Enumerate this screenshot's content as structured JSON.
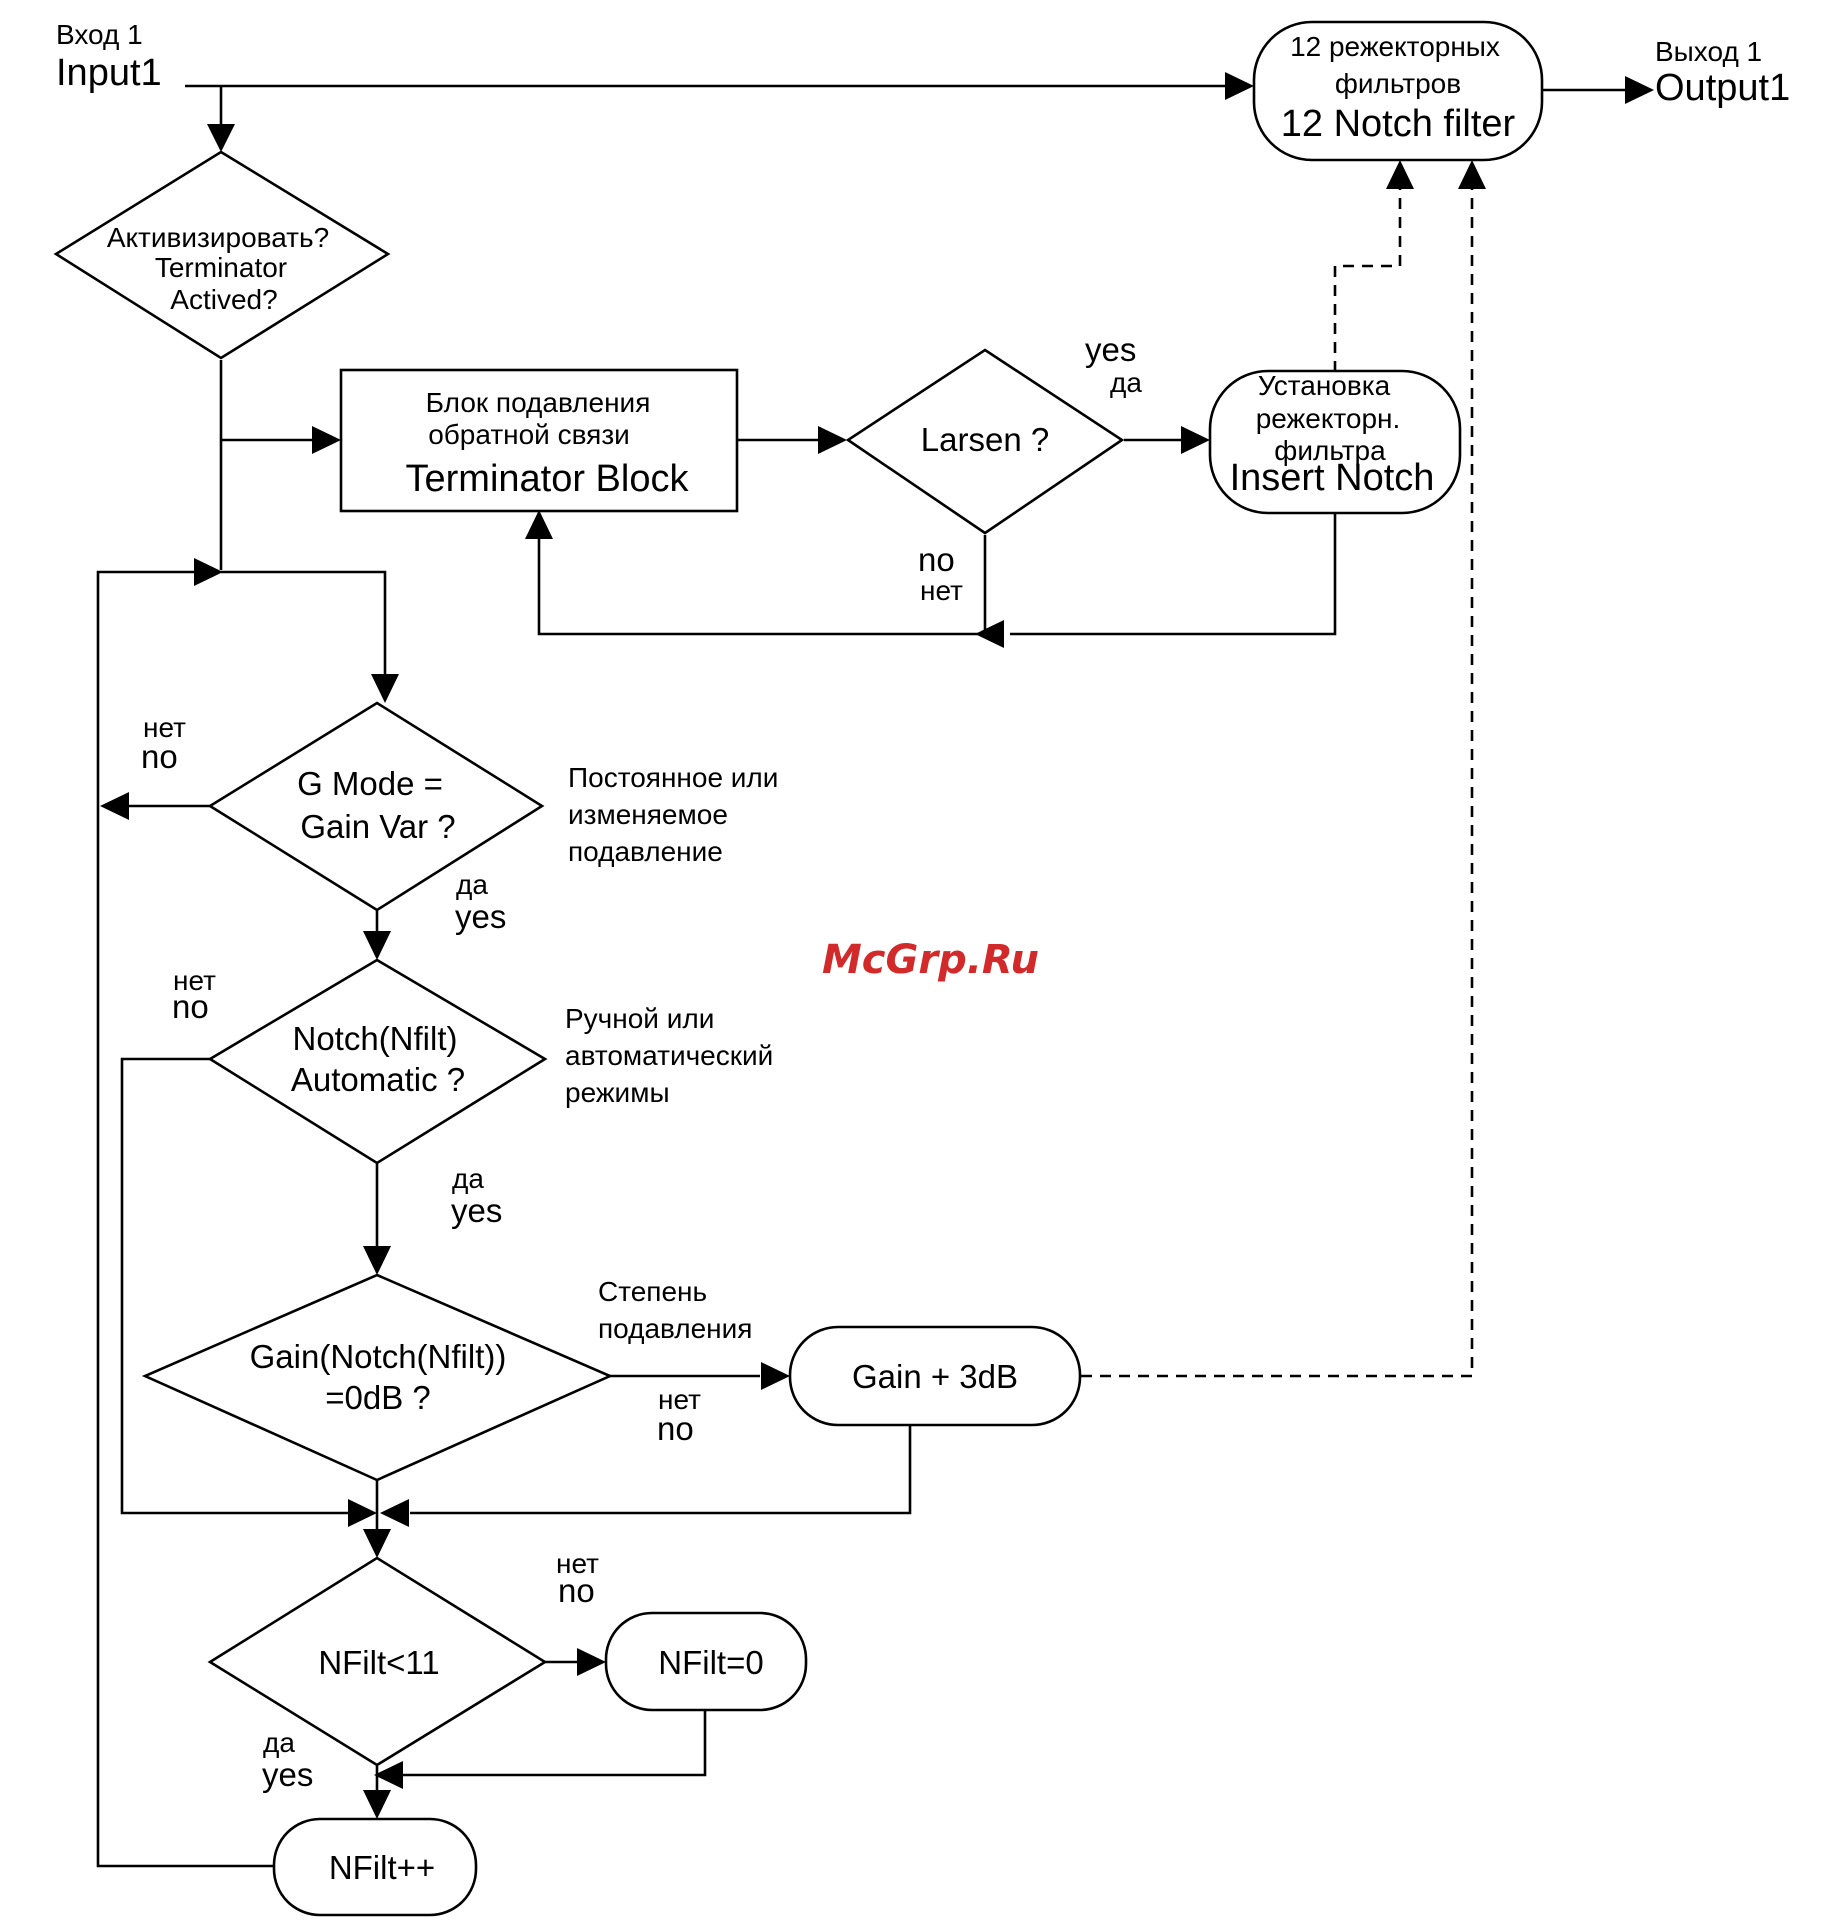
{
  "input": {
    "ru": "Вход 1",
    "en": "Input1"
  },
  "output": {
    "ru": "Выход 1",
    "en": "Output1"
  },
  "notch_filter_block": {
    "ru1": "12 режекторных",
    "ru2": "фильтров",
    "en": "12 Notch filter"
  },
  "activate_decision": {
    "ru": "Активизировать?",
    "en1": "Terminator",
    "en2": "Actived?"
  },
  "terminator_block": {
    "ru1": "Блок подавления",
    "ru2": "обратной связи",
    "en": "Terminator Block"
  },
  "larsen_decision": {
    "text": "Larsen ?",
    "yes": "yes",
    "yes_ru": "да",
    "no": "no",
    "no_ru": "нет"
  },
  "insert_notch": {
    "ru1": "Установка",
    "ru2": "режекторн.",
    "ru3": "фильтра",
    "en": "Insert Notch"
  },
  "gmode_decision": {
    "line1": "G Mode =",
    "line2": "Gain Var ?",
    "no_ru": "нет",
    "no": "no",
    "yes_ru": "да",
    "yes": "yes",
    "note1": "Постоянное или",
    "note2": "изменяемое",
    "note3": "подавление"
  },
  "notch_auto_decision": {
    "line1": "Notch(Nfilt)",
    "line2": "Automatic ?",
    "no_ru": "нет",
    "no": "no",
    "yes_ru": "да",
    "yes": "yes",
    "note1": "Ручной или",
    "note2": "автоматический",
    "note3": "режимы"
  },
  "gain_zero_decision": {
    "line1": "Gain(Notch(Nfilt))",
    "line2": "=0dB ?",
    "note1": "Степень",
    "note2": "подавления",
    "no_ru": "нет",
    "no": "no"
  },
  "gain_plus": {
    "text": "Gain + 3dB"
  },
  "nfilt_decision": {
    "text": "NFilt<11",
    "no_ru": "нет",
    "no": "no",
    "yes_ru": "да",
    "yes": "yes"
  },
  "nfilt_zero": {
    "text": "NFilt=0"
  },
  "nfilt_inc": {
    "text": "NFilt++"
  },
  "watermark": "McGrp.Ru"
}
